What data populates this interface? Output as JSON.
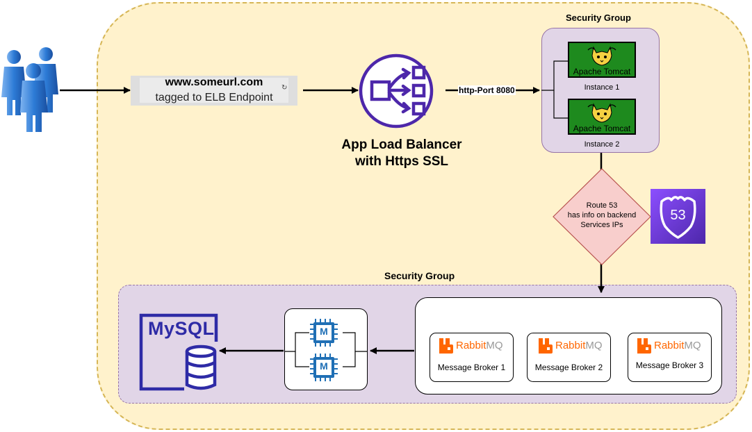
{
  "url_box": {
    "line1": "www.someurl.com",
    "line2": "tagged to ELB Endpoint",
    "refresh_glyph": "↻"
  },
  "load_balancer": {
    "label_line1": "App Load Balancer",
    "label_line2": "with Https SSL",
    "icon": "elb-icon"
  },
  "edge_label": "http-Port 8080",
  "security_group_top": {
    "title": "Security Group",
    "instances": [
      {
        "product": "Apache Tomcat",
        "label": "Instance 1"
      },
      {
        "product": "Apache Tomcat",
        "label": "Instance 2"
      }
    ]
  },
  "route53": {
    "lines": [
      "Route 53",
      "has info on backend",
      "Services IPs"
    ],
    "badge": "53"
  },
  "security_group_bottom": {
    "title": "Security Group",
    "brokers": [
      {
        "brand_a": "Rabbit",
        "brand_b": "MQ",
        "label": "Message Broker 1"
      },
      {
        "brand_a": "Rabbit",
        "brand_b": "MQ",
        "label": "Message Broker 2"
      },
      {
        "brand_a": "Rabbit",
        "brand_b": "MQ",
        "label": "Message Broker 3"
      }
    ],
    "chip_letter": "M",
    "database": "MySQL"
  },
  "colors": {
    "vpc_fill": "#fff2cc",
    "vpc_border": "#d6b656",
    "group_fill": "#e1d5e7",
    "diamond_fill": "#f8cecc",
    "diamond_border": "#b85450",
    "elb_purple": "#4d27aa",
    "route53_purple": "#6b3fd4",
    "rabbit_orange": "#ff6600",
    "tomcat_green": "#1e8a1e",
    "mysql_blue": "#2e2ba6",
    "chip_blue": "#1f6fb5"
  }
}
